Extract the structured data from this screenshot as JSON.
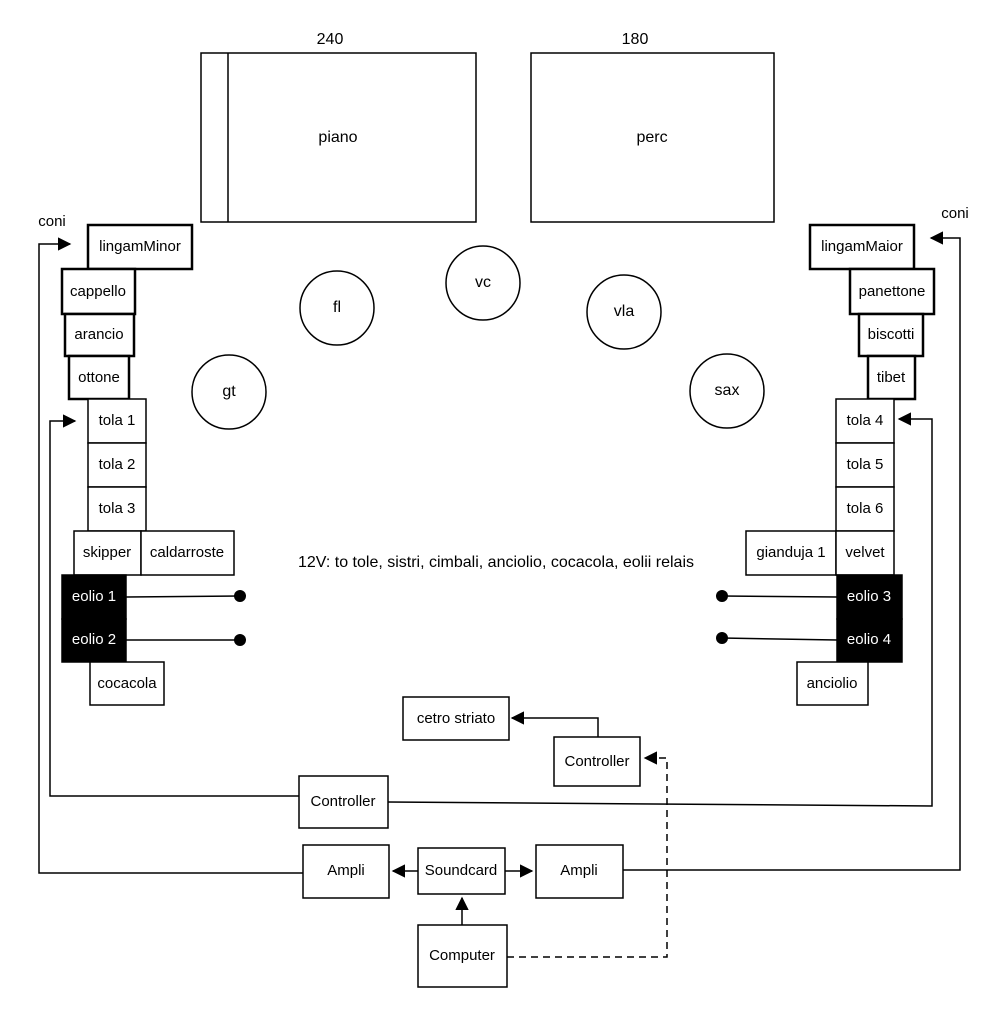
{
  "stage": {
    "piano": {
      "label": "piano",
      "size": "240"
    },
    "perc": {
      "label": "perc",
      "size": "180"
    },
    "coni_left": "coni",
    "coni_right": "coni",
    "voltage_note": "12V: to tole, sistri, cimbali, anciolio, cocacola, eolii relais"
  },
  "performers": {
    "vc": "vc",
    "fl": "fl",
    "vla": "vla",
    "gt": "gt",
    "sax": "sax"
  },
  "left_column": {
    "lingamMinor": "lingamMinor",
    "cappello": "cappello",
    "arancio": "arancio",
    "ottone": "ottone",
    "tola1": "tola 1",
    "tola2": "tola 2",
    "tola3": "tola 3",
    "skipper": "skipper",
    "caldarroste": "caldarroste",
    "eolio1": "eolio 1",
    "eolio2": "eolio 2",
    "cocacola": "cocacola"
  },
  "right_column": {
    "lingamMaior": "lingamMaior",
    "panettone": "panettone",
    "biscotti": "biscotti",
    "tibet": "tibet",
    "tola4": "tola 4",
    "tola5": "tola 5",
    "tola6": "tola 6",
    "gianduja1": "gianduja 1",
    "velvet": "velvet",
    "eolio3": "eolio 3",
    "eolio4": "eolio 4",
    "anciolio": "anciolio"
  },
  "electronics": {
    "cetro": "cetro striato",
    "controller_small": "Controller",
    "controller_main": "Controller",
    "ampli_left": "Ampli",
    "ampli_right": "Ampli",
    "soundcard": "Soundcard",
    "computer": "Computer"
  }
}
